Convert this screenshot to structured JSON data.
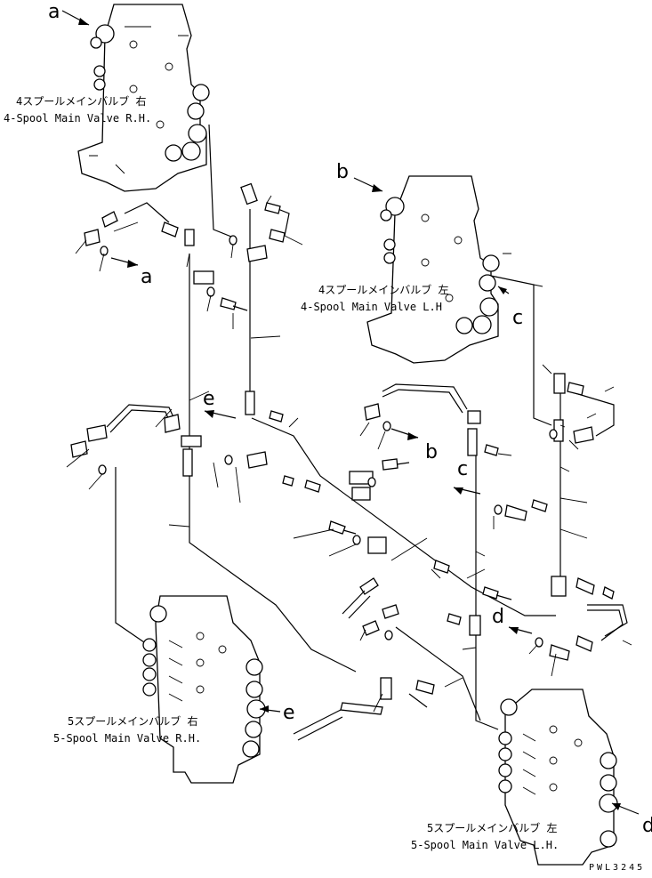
{
  "valves": [
    {
      "jp": "4スプールメインバルブ 右",
      "en": "4-Spool Main Valve R.H."
    },
    {
      "jp": "4スプールメインバルブ 左",
      "en": "4-Spool Main Valve L.H"
    },
    {
      "jp": "5スプールメインバルブ 右",
      "en": "5-Spool Main Valve R.H."
    },
    {
      "jp": "5スプールメインバルブ 左",
      "en": "5-Spool Main Valve L.H."
    }
  ],
  "refs": [
    "a",
    "a",
    "b",
    "b",
    "c",
    "c",
    "d",
    "d",
    "e",
    "e"
  ],
  "drawing_code": "PWL3245"
}
